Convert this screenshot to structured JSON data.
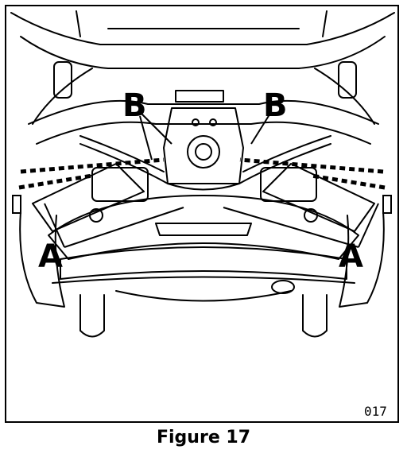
{
  "figure": {
    "caption": "Figure 17",
    "code": "017",
    "callouts": {
      "left_b": "B",
      "right_b": "B",
      "left_a": "A",
      "right_a": "A"
    },
    "colors": {
      "ink": "#000000",
      "paper": "#ffffff"
    }
  }
}
